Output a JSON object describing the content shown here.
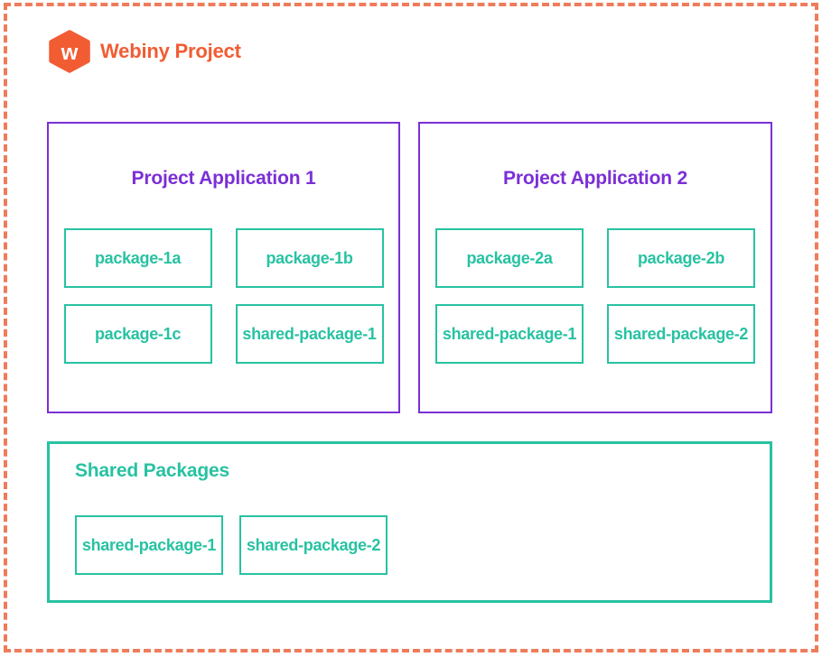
{
  "header": {
    "title": "Webiny Project",
    "logo_icon": "webiny-hexagon-w-logo",
    "logo_letter": "w"
  },
  "applications": [
    {
      "title": "Project Application 1",
      "packages": [
        "package-1a",
        "package-1b",
        "package-1c",
        "shared-package-1"
      ]
    },
    {
      "title": "Project Application 2",
      "packages": [
        "package-2a",
        "package-2b",
        "shared-package-1",
        "shared-package-2"
      ]
    }
  ],
  "shared_packages": {
    "title": "Shared Packages",
    "packages": [
      "shared-package-1",
      "shared-package-2"
    ]
  },
  "colors": {
    "orange": "#f25c33",
    "salmon": "#ee7c5a",
    "purple": "#7b2fd6",
    "teal": "#28c2a2",
    "logo_letter_color": "#ffffff"
  }
}
